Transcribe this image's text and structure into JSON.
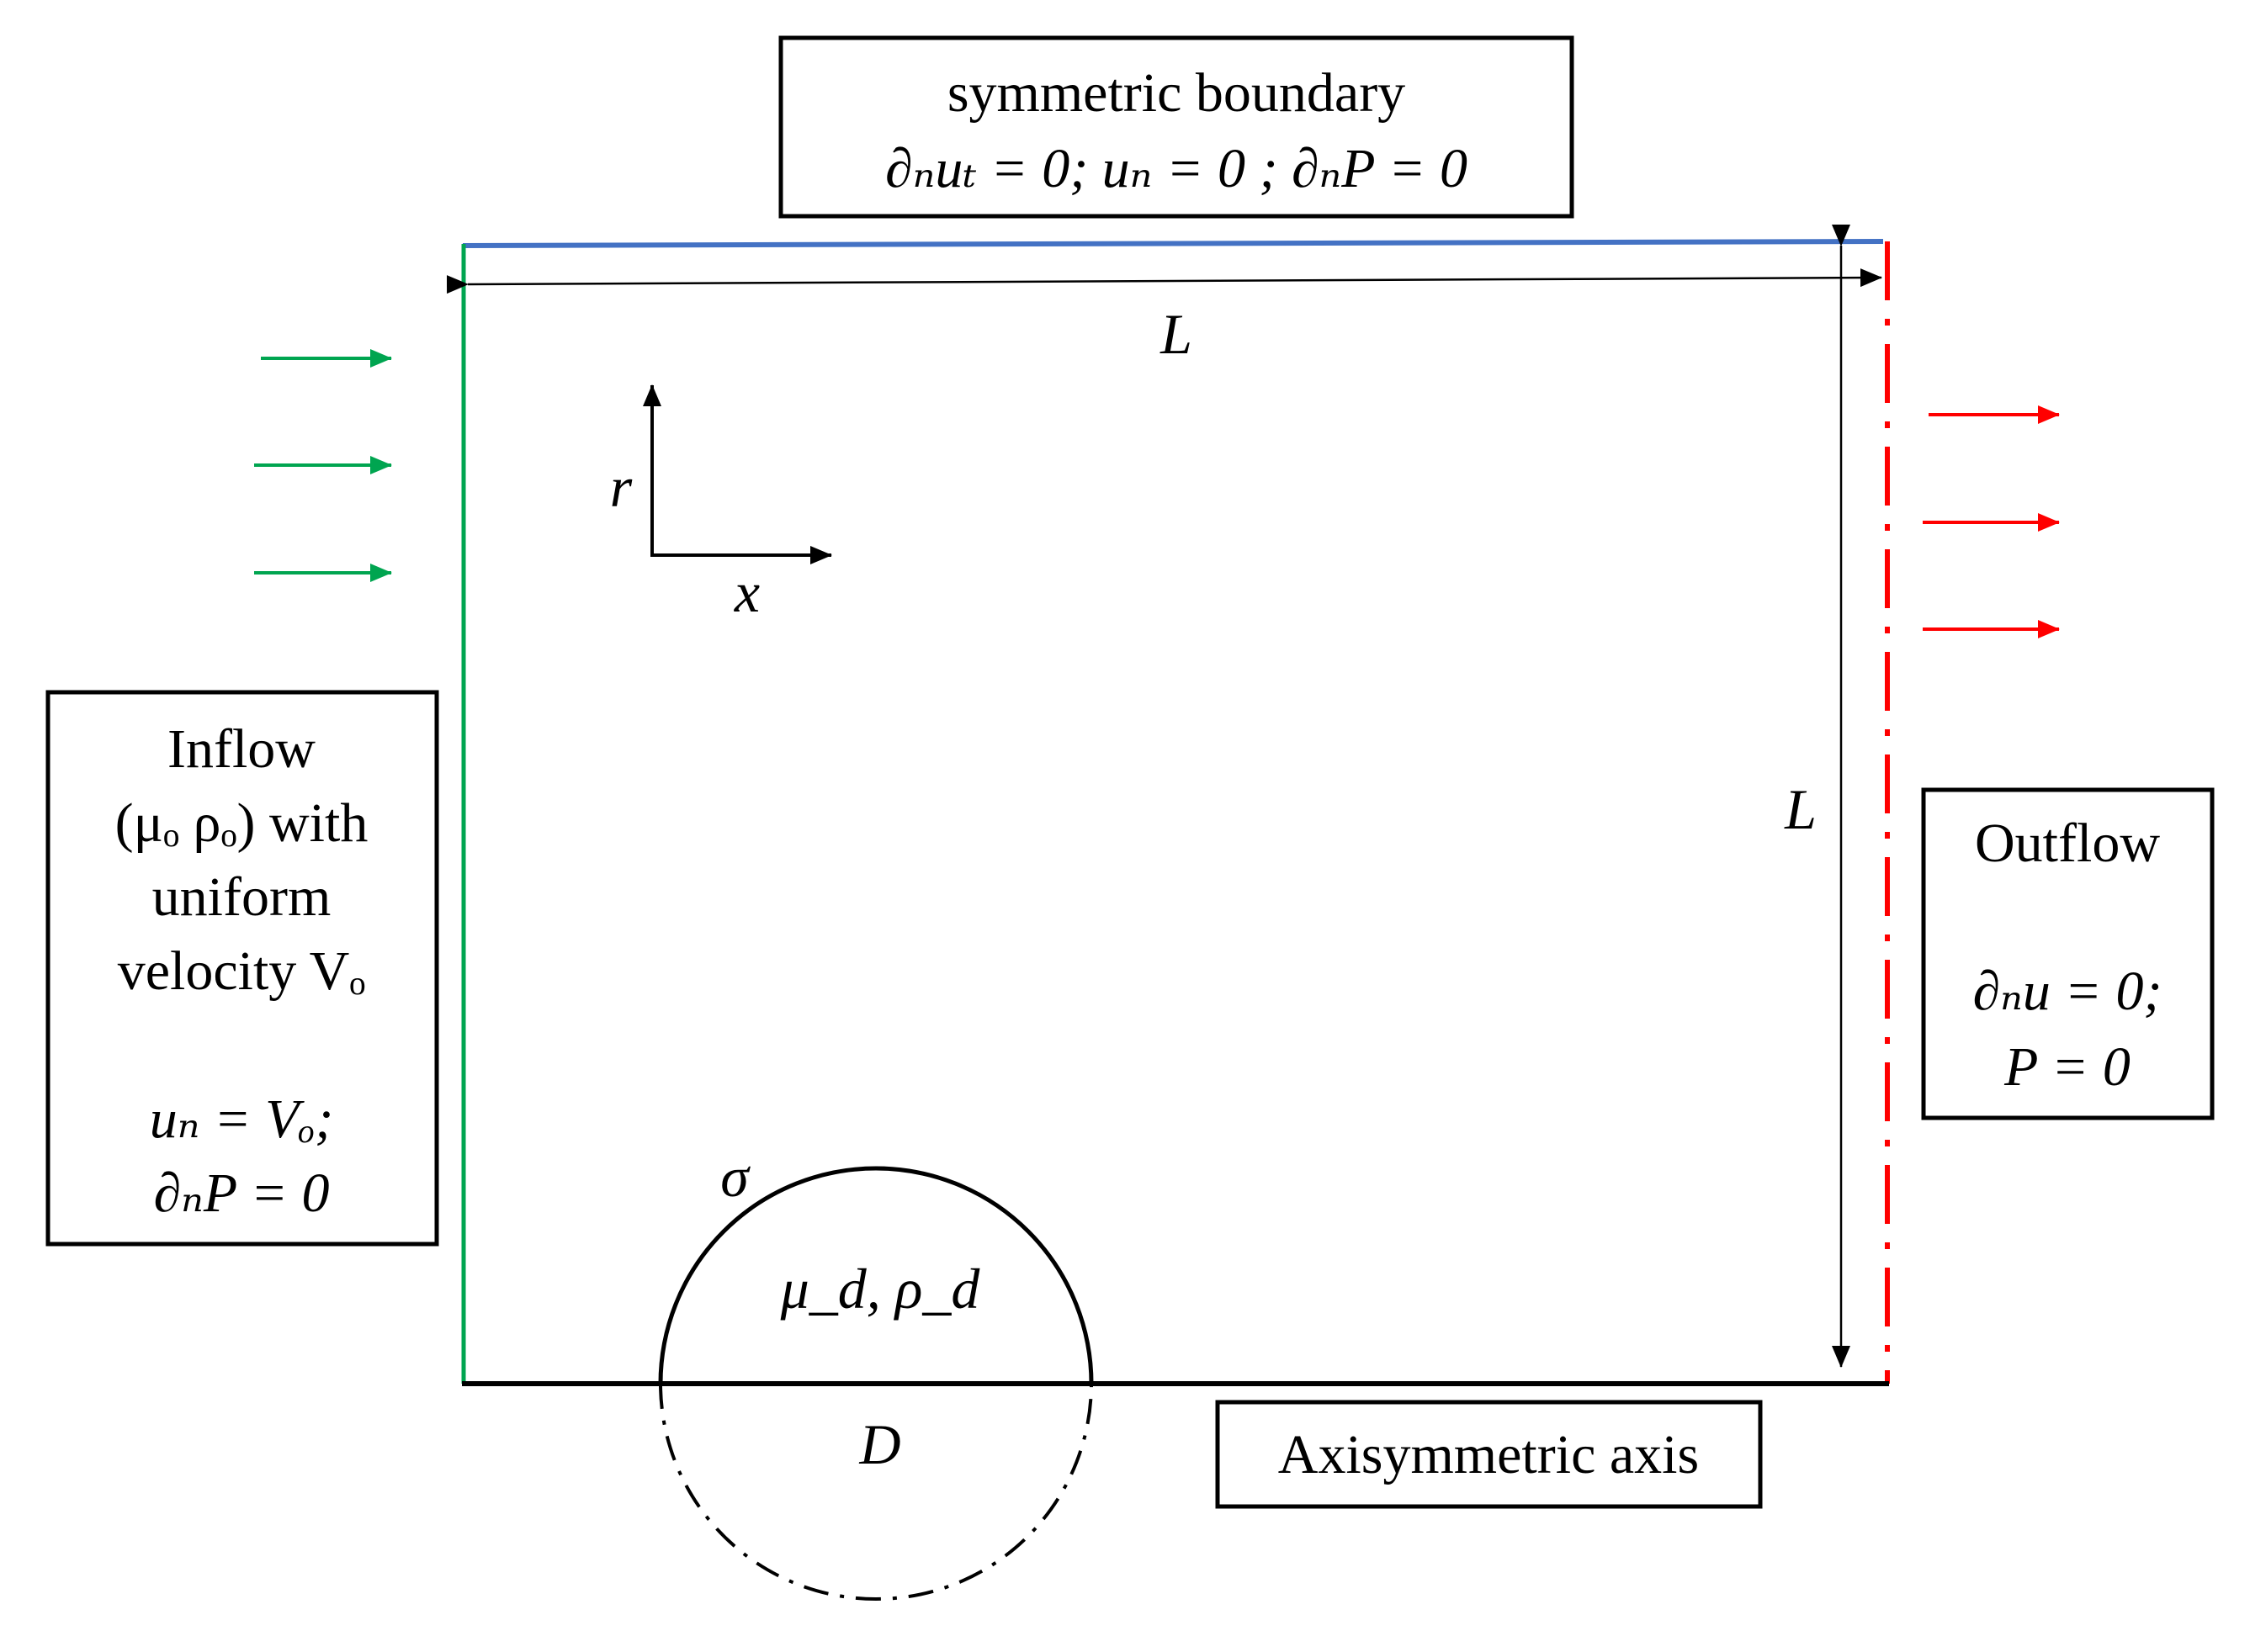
{
  "colors": {
    "inflow": "#00A550",
    "outflow": "#FF0000",
    "symmetric": "#4472C4",
    "axis": "#000000"
  },
  "top_box": {
    "line1": "symmetric boundary",
    "line2": "∂ₙuₜ = 0; uₙ = 0 ; ∂ₙP = 0"
  },
  "inflow_box": {
    "line1": "Inflow",
    "line2": "(μₒ ρₒ) with",
    "line3": "uniform",
    "line4": "velocity Vₒ",
    "line5": "uₙ = Vₒ;",
    "line6": "∂ₙP = 0"
  },
  "outflow_box": {
    "line1": "Outflow",
    "line2": "∂ₙu = 0;",
    "line3": "P = 0"
  },
  "axis_box": {
    "label": "Axisymmetric axis"
  },
  "labels": {
    "length_horizontal": "L",
    "length_vertical": "L",
    "coord_r": "r",
    "coord_x": "x",
    "sigma": "σ",
    "droplet_props": "μ_d, ρ_d",
    "diameter": "D"
  }
}
